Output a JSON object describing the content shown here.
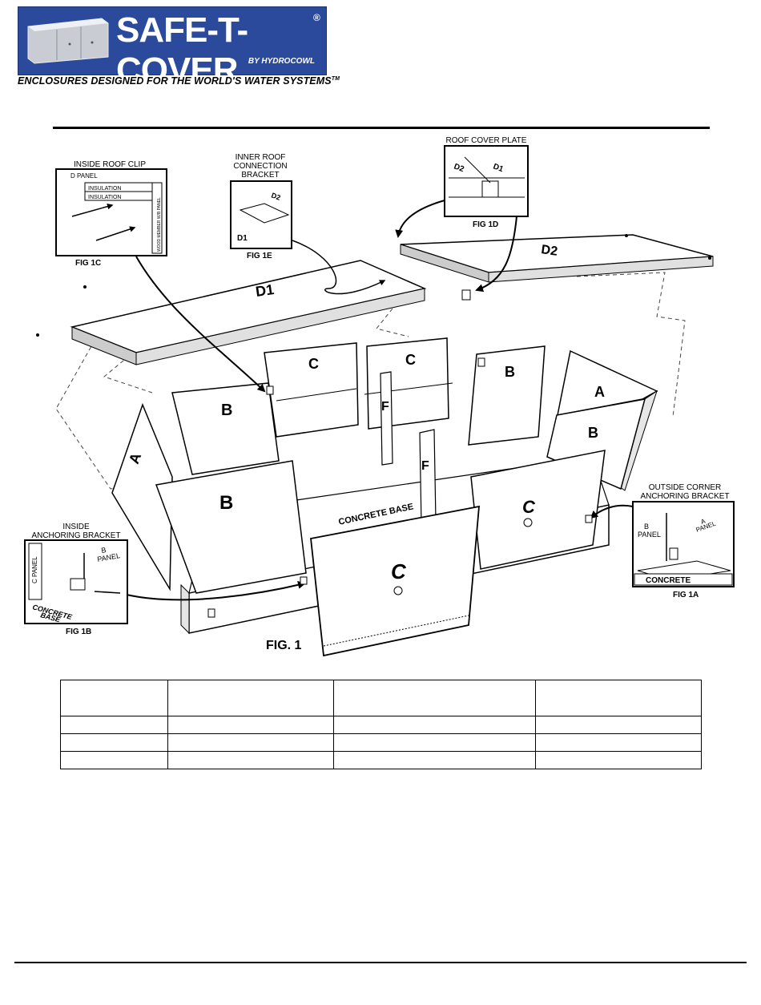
{
  "logo": {
    "brand": "SAFE-T-COVER",
    "registered": "®",
    "byline": "BY HYDROCOWL",
    "tagline": "ENCLOSURES DESIGNED FOR THE WORLD'S WATER SYSTEMS",
    "trademark": "TM"
  },
  "figure": {
    "title": "FIG. 1",
    "panels": {
      "d1": "D1",
      "d2": "D2",
      "c_back_left": "C",
      "c_back_right": "C",
      "b_back_left": "B",
      "b_back_right": "B",
      "a_right": "A",
      "b_right": "B",
      "a_left": "A",
      "b_front_left": "B",
      "f_back": "F",
      "f_front": "F",
      "c_front_right": "C",
      "c_front": "C",
      "concrete_base": "CONCRETE BASE"
    },
    "details": {
      "fig1c": {
        "title": "INSIDE ROOF CLIP",
        "caption": "FIG 1C",
        "d_panel": "D PANEL",
        "insulation_1": "INSULATION",
        "insulation_2": "INSULATION",
        "wood_member": "WOOD MEMBER W/B PANEL"
      },
      "fig1e": {
        "title_1": "INNER ROOF",
        "title_2": "CONNECTION",
        "title_3": "BRACKET",
        "caption": "FIG 1E",
        "d1": "D1",
        "d2": "D2"
      },
      "fig1d": {
        "title": "ROOF COVER PLATE",
        "caption": "FIG 1D",
        "d2": "D2",
        "d1": "D1"
      },
      "fig1a": {
        "title_1": "OUTSIDE CORNER",
        "title_2": "ANCHORING BRACKET",
        "caption": "FIG 1A",
        "b_panel_1": "B",
        "b_panel_2": "PANEL",
        "a_panel_1": "A",
        "a_panel_2": "PANEL",
        "concrete": "CONCRETE"
      },
      "fig1b": {
        "title_1": "INSIDE",
        "title_2": "ANCHORING BRACKET",
        "caption": "FIG 1B",
        "c_panel": "C PANEL",
        "b_panel_1": "B",
        "b_panel_2": "PANEL",
        "concrete_1": "CONCRETE",
        "concrete_2": "BASE"
      }
    }
  },
  "parts_table": {
    "rows": [
      [
        "",
        "",
        "",
        ""
      ],
      [
        "",
        "",
        "",
        ""
      ],
      [
        "",
        "",
        "",
        ""
      ],
      [
        "",
        "",
        "",
        ""
      ]
    ]
  }
}
